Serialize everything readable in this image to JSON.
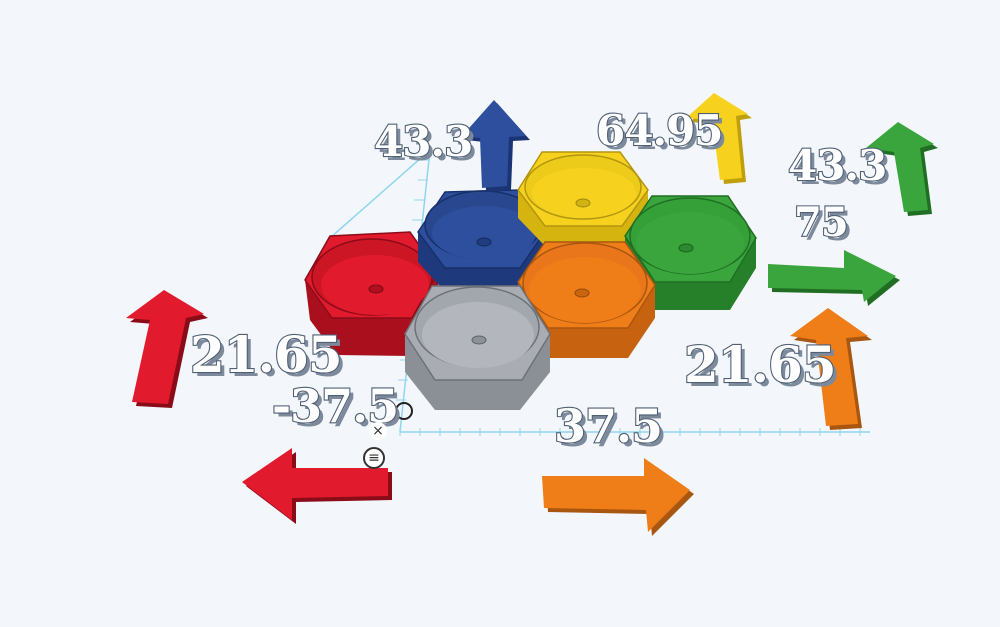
{
  "scene": {
    "background": "#f3f7fb",
    "grid_color": "#8fd6ee",
    "labels": {
      "blue_value": "43.3",
      "yellow_value": "64.95",
      "green_value_top": "43.3",
      "green_value_bottom": "75",
      "red_value": "21.65",
      "orange_value_right": "21.65",
      "red_value_bottom": "-37.5",
      "orange_value_bottom": "37.5"
    },
    "colors": {
      "red": "#e21a2d",
      "blue": "#2e4f9e",
      "yellow": "#f6d21f",
      "green": "#3aa53d",
      "orange": "#ef7d18",
      "gray": "#a9adb3"
    },
    "toolbar": {
      "close_glyph": "×",
      "menu_glyph": "≡"
    },
    "icons": [
      "close-icon",
      "menu-icon",
      "origin-ring-icon"
    ]
  }
}
